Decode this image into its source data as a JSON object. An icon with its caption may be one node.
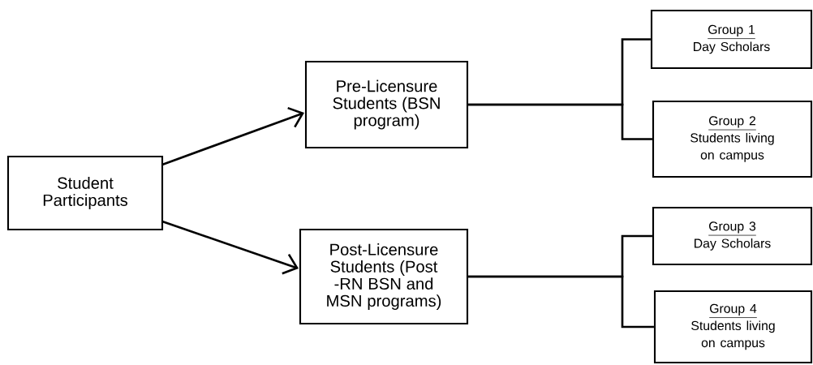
{
  "diagram": {
    "nodes": [
      {
        "text": [
          "Student Participants"
        ]
      },
      {
        "text": [
          "Pre-Licensure Students (BSN program)"
        ]
      },
      {
        "text": [
          "Post-Licensure Students (Post -RN BSN and MSN programs)"
        ]
      },
      {
        "text": [
          "Group 1",
          "Day Scholars"
        ]
      },
      {
        "text": [
          "Group 2",
          "Students living on campus"
        ]
      },
      {
        "text": [
          "Group 3",
          "Day Scholars"
        ]
      },
      {
        "text": [
          "Group 4",
          "Students living on campus"
        ]
      }
    ],
    "edges": [
      {
        "from": 0,
        "to": 1,
        "arrow": "to"
      },
      {
        "from": 0,
        "to": 2,
        "arrow": "to"
      },
      {
        "from": 1,
        "to": 3,
        "arrow": "none"
      },
      {
        "from": 1,
        "to": 4,
        "arrow": "none"
      },
      {
        "from": 2,
        "to": 5,
        "arrow": "none"
      },
      {
        "from": 2,
        "to": 6,
        "arrow": "none"
      }
    ]
  }
}
